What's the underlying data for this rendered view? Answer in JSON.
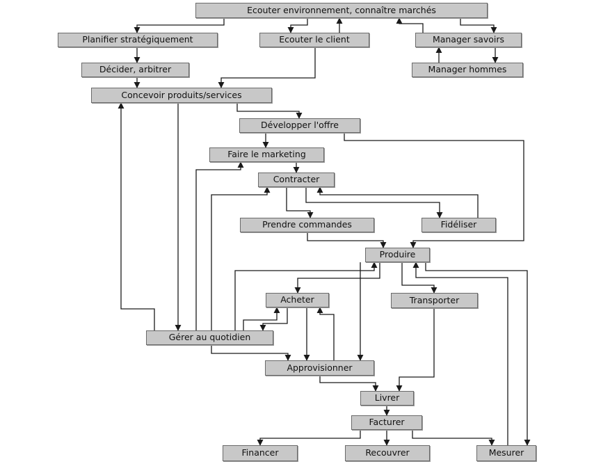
{
  "diagram": {
    "nodes": {
      "ecouter_env": "Ecouter environnement, connaître marchés",
      "planifier": "Planifier stratégiquement",
      "ecouter_client": "Ecouter le client",
      "manager_savoirs": "Manager savoirs",
      "decider": "Décider, arbitrer",
      "manager_hommes": "Manager hommes",
      "concevoir": "Concevoir produits/services",
      "developper": "Développer l'offre",
      "marketing": "Faire le marketing",
      "contracter": "Contracter",
      "prendre_commandes": "Prendre commandes",
      "fideliser": "Fidéliser",
      "produire": "Produire",
      "acheter": "Acheter",
      "transporter": "Transporter",
      "gerer": "Gérer au quotidien",
      "approvisionner": "Approvisionner",
      "livrer": "Livrer",
      "facturer": "Facturer",
      "financer": "Financer",
      "recouvrer": "Recouvrer",
      "mesurer": "Mesurer"
    },
    "colors": {
      "node_fill": "#c8c8c8",
      "node_border": "#6a6a6a",
      "connector": "#1a1a1a"
    }
  }
}
